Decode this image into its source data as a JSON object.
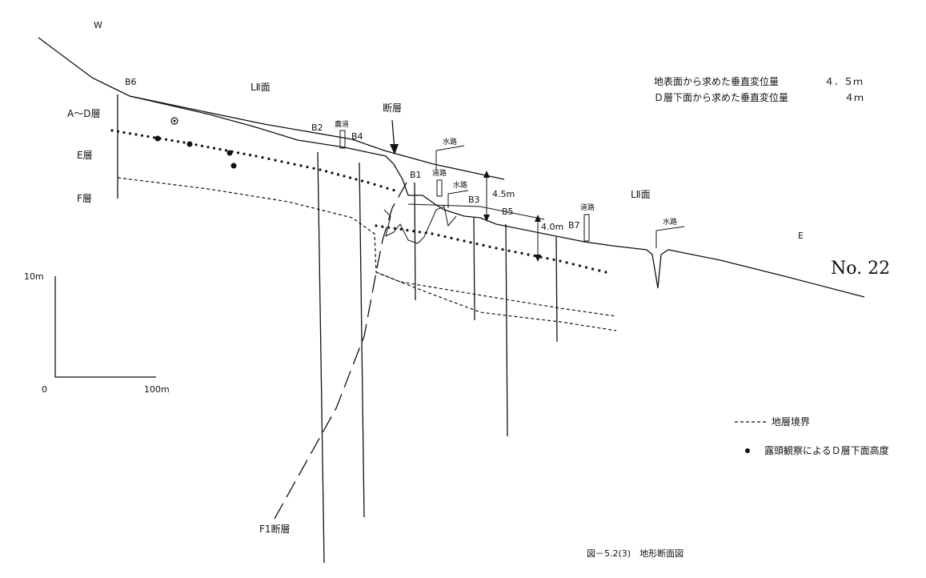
{
  "directions": {
    "west": "W",
    "east": "E"
  },
  "surface_labels": {
    "left": "LⅡ面",
    "right": "LⅡ面"
  },
  "layers": {
    "ad": "A～D層",
    "e": "E層",
    "f": "F層"
  },
  "boreholes": {
    "b1": "B1",
    "b2": "B2",
    "b3": "B3",
    "b4": "B4",
    "b5": "B5",
    "b6": "B6",
    "b7": "B7"
  },
  "features": {
    "fault": "断層",
    "farm_road": "農道",
    "road_1": "道路",
    "road_2": "道路",
    "waterway_1": "水路",
    "waterway_2": "水路",
    "waterway_3": "水路",
    "f1_fault": "F1断層"
  },
  "offsets": {
    "upper": "4.5m",
    "lower": "4.0m"
  },
  "displacement": {
    "surface_label": "地表面から求めた垂直変位量",
    "surface_value": "４．５ｍ",
    "d_label": "Ｄ層下面から求めた垂直変位量",
    "d_value": "４ｍ"
  },
  "profile_no": "No. 22",
  "scale": {
    "vertical": "10m",
    "zero": "0",
    "horizontal": "100m"
  },
  "legend": {
    "boundary": "地層境界",
    "outcrop": "露頭観察によるＤ層下面高度"
  },
  "caption": "図－5.2(3)　地形断面図"
}
